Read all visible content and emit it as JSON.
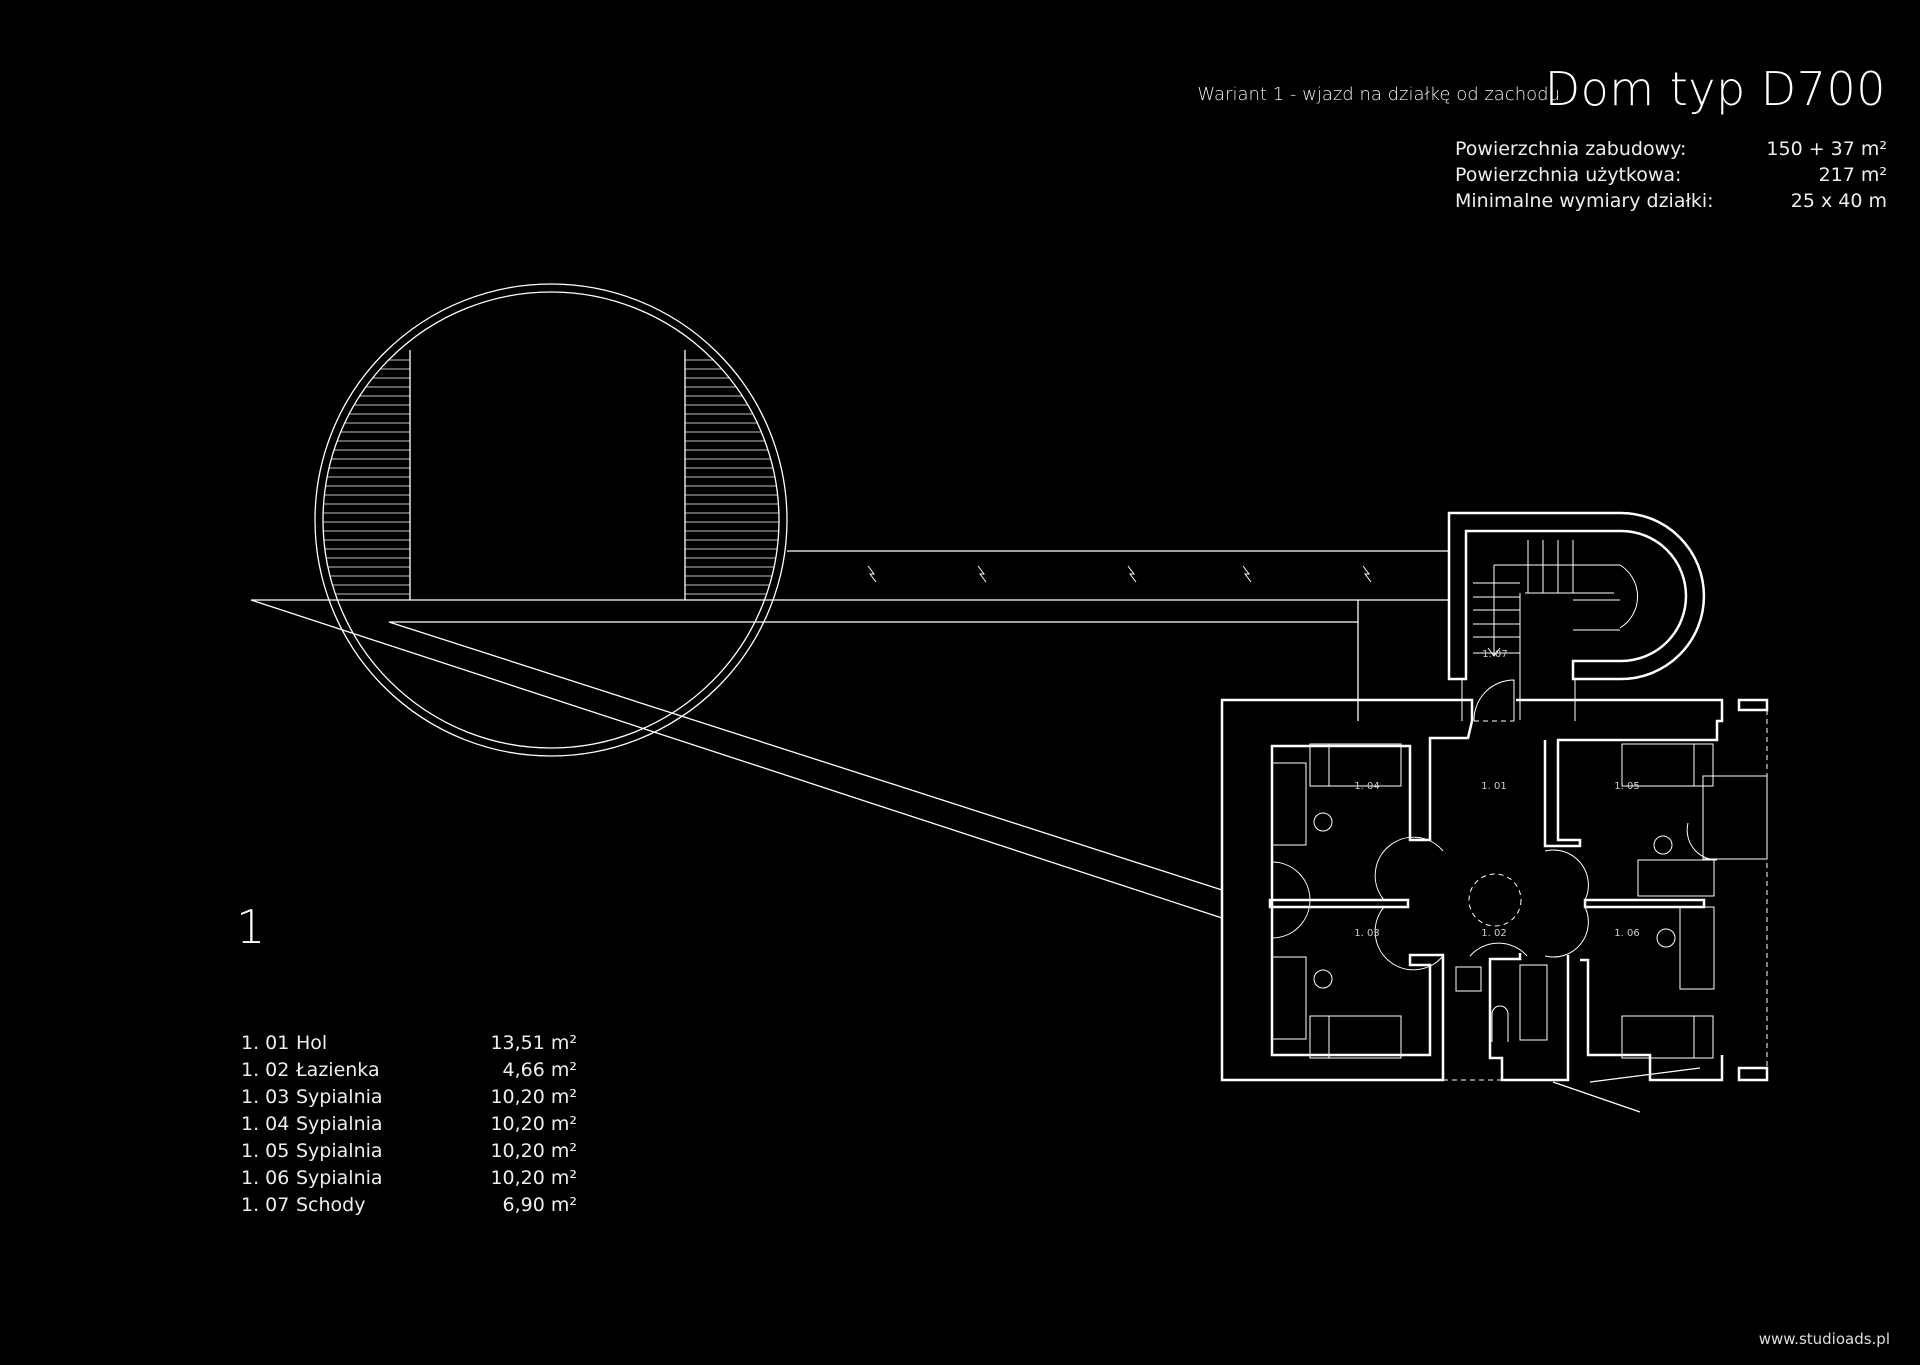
{
  "header": {
    "subtitle": "Wariant 1 - wjazd na działkę od zachodu",
    "title": "Dom typ D700"
  },
  "stats": [
    {
      "label": "Powierzchnia zabudowy:",
      "value": "150 + 37 m²"
    },
    {
      "label": "Powierzchnia użytkowa:",
      "value": "217 m²"
    },
    {
      "label": "Minimalne wymiary działki:",
      "value": "25 x 40 m"
    }
  ],
  "sheet_number": "1",
  "plan_labels": {
    "r101": "1. 01",
    "r102": "1. 02",
    "r103": "1. 03",
    "r104": "1. 04",
    "r105": "1. 05",
    "r106": "1. 06",
    "r107": "1. 07"
  },
  "rooms": [
    {
      "code": "1. 01",
      "name": "Hol",
      "area": "13,51 m²"
    },
    {
      "code": "1. 02",
      "name": "Łazienka",
      "area": "4,66 m²"
    },
    {
      "code": "1. 03",
      "name": "Sypialnia",
      "area": "10,20 m²"
    },
    {
      "code": "1. 04",
      "name": "Sypialnia",
      "area": "10,20 m²"
    },
    {
      "code": "1. 05",
      "name": "Sypialnia",
      "area": "10,20 m²"
    },
    {
      "code": "1. 06",
      "name": "Sypialnia",
      "area": "10,20 m²"
    },
    {
      "code": "1. 07",
      "name": "Schody",
      "area": "6,90 m²"
    }
  ],
  "footer": "www.studioads.pl"
}
